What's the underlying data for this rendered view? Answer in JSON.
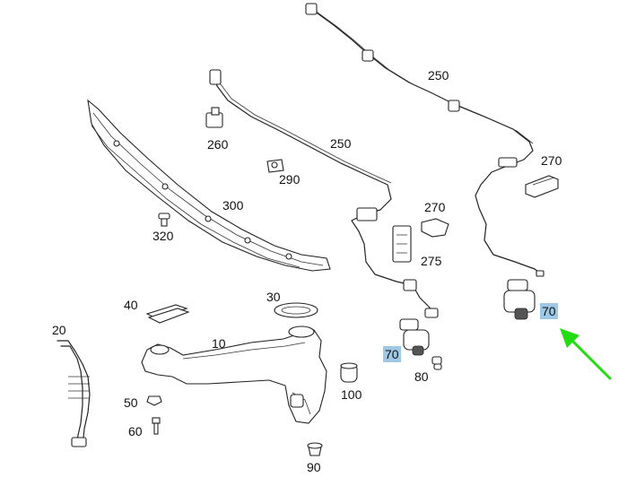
{
  "parts": {
    "p10": "10",
    "p20": "20",
    "p30": "30",
    "p40": "40",
    "p50": "50",
    "p60": "60",
    "p70a": "70",
    "p70b": "70",
    "p80": "80",
    "p90": "90",
    "p100": "100",
    "p250a": "250",
    "p250b": "250",
    "p260": "260",
    "p270a": "270",
    "p270b": "270",
    "p275": "275",
    "p290": "290",
    "p300": "300",
    "p320": "320"
  },
  "colors": {
    "highlight": "#9ec8e6",
    "arrow": "#22dd11"
  }
}
